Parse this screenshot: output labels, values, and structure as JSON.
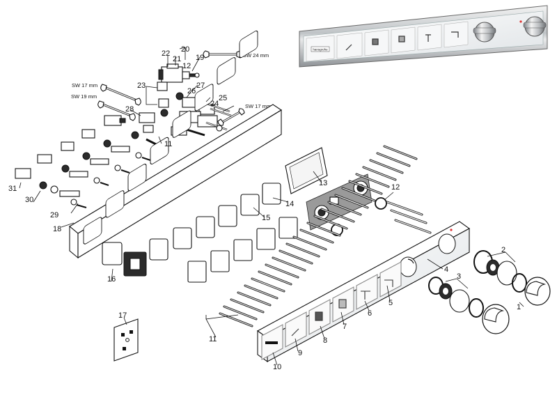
{
  "product_photo": {
    "brand_plate_text": "hansgrohe"
  },
  "wrench_labels": {
    "sw24": "SW 24 mm",
    "sw17_left": "SW 17 mm",
    "sw19": "SW 19 mm",
    "sw17_right": "SW 17 mm"
  },
  "callouts": {
    "c1": "1",
    "c2": "2",
    "c3": "3",
    "c4": "4",
    "c5": "5",
    "c6": "6",
    "c7": "7",
    "c8": "8",
    "c9": "9",
    "c10": "10",
    "c11a": "11",
    "c11b": "11",
    "c12a": "12",
    "c12b": "12",
    "c13": "13",
    "c14": "14",
    "c15": "15",
    "c16": "16",
    "c17": "17",
    "c18": "18",
    "c19": "19",
    "c20": "20",
    "c21": "21",
    "c22": "22",
    "c23": "23",
    "c24": "24",
    "c25": "25",
    "c26": "26",
    "c27": "27",
    "c28": "28",
    "c29": "29",
    "c30": "30",
    "c31": "31"
  }
}
